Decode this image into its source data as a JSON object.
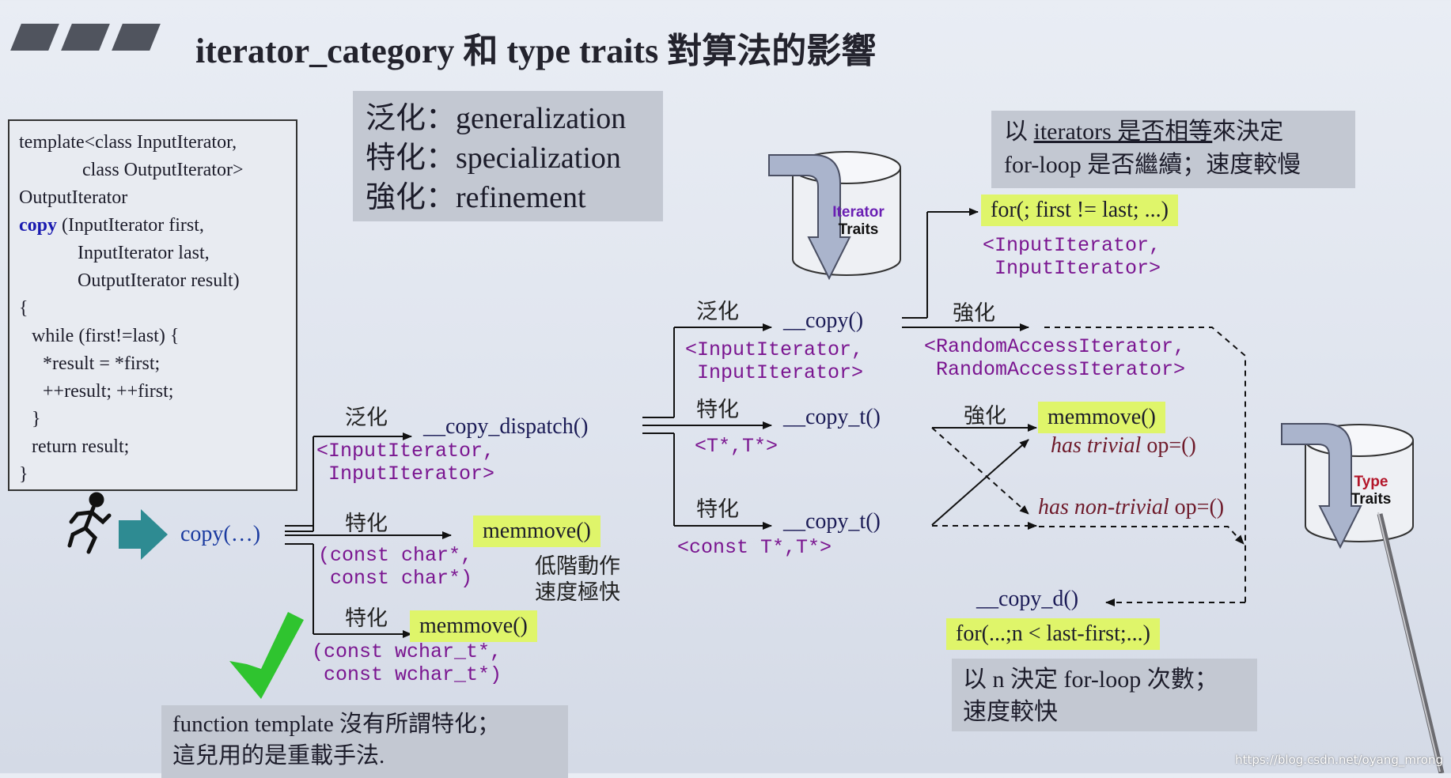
{
  "title": "iterator_category 和 type traits 對算法的影響",
  "legend": {
    "line1": "泛化：generalization",
    "line2": "特化：specialization",
    "line3": "強化：refinement"
  },
  "code": {
    "l1": "template<class InputIterator,",
    "l2": "class OutputIterator>",
    "l3": "OutputIterator",
    "l4_kw": "copy",
    "l4_rest": " (InputIterator first,",
    "l5": "InputIterator last,",
    "l6": "OutputIterator result)",
    "l7": "{",
    "l8": "while (first!=last) {",
    "l9": "*result = *first;",
    "l10": "++result; ++first;",
    "l11": "}",
    "l12": "return result;",
    "l13": "}"
  },
  "top_note": {
    "pre": "以 ",
    "underlined": "iterators 是否相等",
    "post": "來決定",
    "line2": "for-loop 是否繼續；速度較慢"
  },
  "iterator_traits_cylinder": {
    "word1": "Iterator",
    "word2": "Traits",
    "color1": "#6a1fb3",
    "color2": "#111111"
  },
  "type_traits_cylinder": {
    "word1": "Type",
    "word2": "Traits",
    "color1": "#b3162a",
    "color2": "#111111"
  },
  "nodes": {
    "copy_call": "copy(…)",
    "copy_dispatch": "__copy_dispatch()",
    "copy_dispatch_params": "<InputIterator,\n InputIterator>",
    "memmove_char": "memmove()",
    "char_params": "(const char*,\n const char*)",
    "memmove_wchar": "memmove()",
    "wchar_params": "(const wchar_t*,\n const wchar_t*)",
    "copy_fn": "__copy()",
    "copy_fn_params": "<InputIterator,\n InputIterator>",
    "copy_t1": "__copy_t()",
    "copy_t1_params": "<T*,T*>",
    "copy_t2": "__copy_t()",
    "copy_t2_params": "<const T*,T*>",
    "for_loop1": "for(; first != last; ...)",
    "for_loop1_params": "<InputIterator,\n InputIterator>",
    "random_access_params": "<RandomAccessIterator,\n RandomAccessIterator>",
    "memmove_trivial": "memmove()",
    "has_trivial": "has trivial",
    "op1": " op=()",
    "has_nontrivial": "has non-trivial",
    "op2": " op=()",
    "copy_d": "__copy_d()",
    "for_loop2": "for(...;n < last-first;...)"
  },
  "labels": {
    "gen1": "泛化",
    "spec1": "特化",
    "spec2": "特化",
    "gen2": "泛化",
    "spec3": "特化",
    "spec4": "特化",
    "ref1": "強化",
    "ref2": "強化"
  },
  "notes": {
    "lowlevel1": "低階動作",
    "lowlevel2": "速度極快",
    "n_loop1": "以 n 決定 for-loop 次數；",
    "n_loop2": "速度較快",
    "bottom1": "function template 沒有所謂特化；",
    "bottom2": "這兒用的是重載手法."
  },
  "watermark": "https://blog.csdn.net/oyang_mrong",
  "colors": {
    "highlight": "#dff56a",
    "param_text": "#7a1590",
    "arrow_teal": "#2e8b92",
    "check_green": "#2fc42f"
  }
}
